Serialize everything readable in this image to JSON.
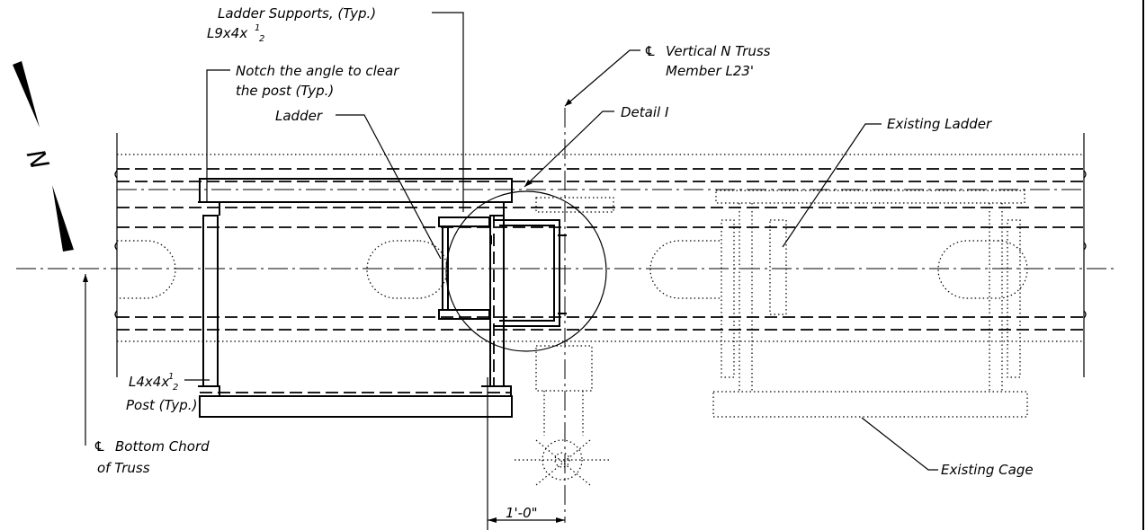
{
  "labels": {
    "ladder_supports": "Ladder Supports, (Typ.)",
    "ladder_supports_size": "L9x4x",
    "notch_line1": "Notch the angle to clear",
    "notch_line2": "the post (Typ.)",
    "ladder": "Ladder",
    "cl_vertical_line1": "Vertical N Truss",
    "cl_vertical_line2": "Member L23'",
    "detail": "Detail I",
    "existing_ladder": "Existing Ladder",
    "post_size": "L4x4x",
    "post_typ": "Post (Typ.)",
    "cl_bottom_chord_line1": "Bottom Chord",
    "cl_bottom_chord_line2": "of Truss",
    "existing_cage": "Existing Cage",
    "dimension": "1'-0\"",
    "north": "N",
    "fraction_numerator": "1",
    "fraction_denominator": "2"
  }
}
